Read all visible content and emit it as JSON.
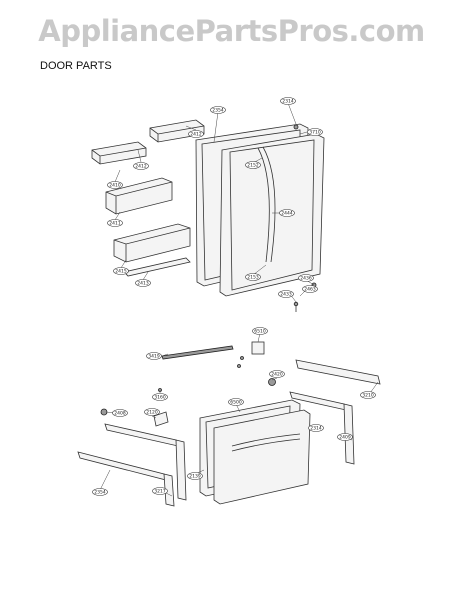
{
  "watermark": "AppliancePartsPros.com",
  "heading": "DOOR PARTS",
  "callouts": [
    {
      "id": "c1",
      "label": "2354"
    },
    {
      "id": "c2",
      "label": "2314"
    },
    {
      "id": "c3",
      "label": "3710"
    },
    {
      "id": "c4",
      "label": "2412"
    },
    {
      "id": "c5",
      "label": "2412"
    },
    {
      "id": "c6",
      "label": "2152"
    },
    {
      "id": "c7",
      "label": "2410"
    },
    {
      "id": "c8",
      "label": "2411"
    },
    {
      "id": "c9",
      "label": "2444"
    },
    {
      "id": "c10",
      "label": "2415"
    },
    {
      "id": "c11",
      "label": "2413"
    },
    {
      "id": "c12",
      "label": "2153"
    },
    {
      "id": "c13",
      "label": "2436"
    },
    {
      "id": "c14",
      "label": "2433"
    },
    {
      "id": "c15",
      "label": "2463"
    },
    {
      "id": "c16",
      "label": "6510"
    },
    {
      "id": "c17",
      "label": "3419"
    },
    {
      "id": "c18",
      "label": "2420"
    },
    {
      "id": "c19",
      "label": "3160"
    },
    {
      "id": "c20",
      "label": "2408"
    },
    {
      "id": "c21",
      "label": "2120"
    },
    {
      "id": "c22",
      "label": "6500"
    },
    {
      "id": "c23",
      "label": "2314"
    },
    {
      "id": "c24",
      "label": "2139"
    },
    {
      "id": "c25",
      "label": "3210"
    },
    {
      "id": "c26",
      "label": "2409"
    },
    {
      "id": "c27",
      "label": "2354"
    },
    {
      "id": "c28",
      "label": "3217"
    }
  ]
}
